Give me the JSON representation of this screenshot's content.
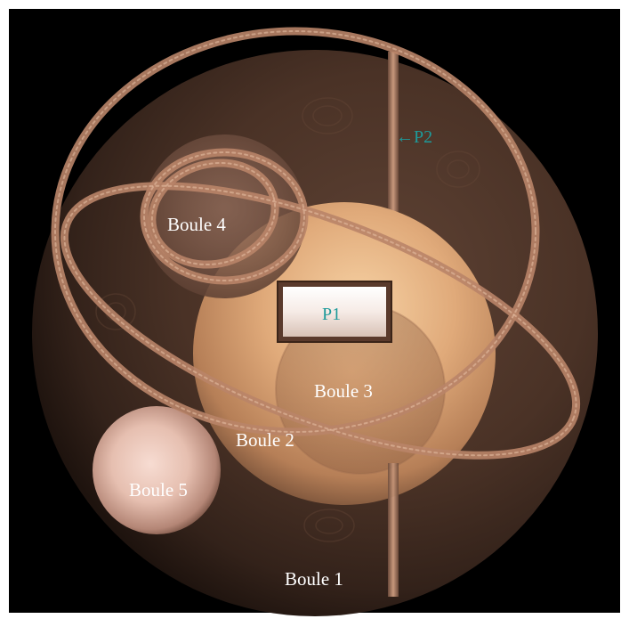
{
  "figure": {
    "labels": {
      "boule1": "Boule 1",
      "boule2": "Boule 2",
      "boule3": "Boule 3",
      "boule4": "Boule 4",
      "boule5": "Boule 5",
      "p1": "P1",
      "p2": "←P2"
    },
    "colors": {
      "background": "#000000",
      "frame": "#ffffff",
      "label_text": "#ffffff",
      "marker_text": "#1e9a9a",
      "sphere_brown": "#5a3d2e",
      "sphere_gold": "#e8b98a",
      "rings": "#b98468"
    }
  }
}
